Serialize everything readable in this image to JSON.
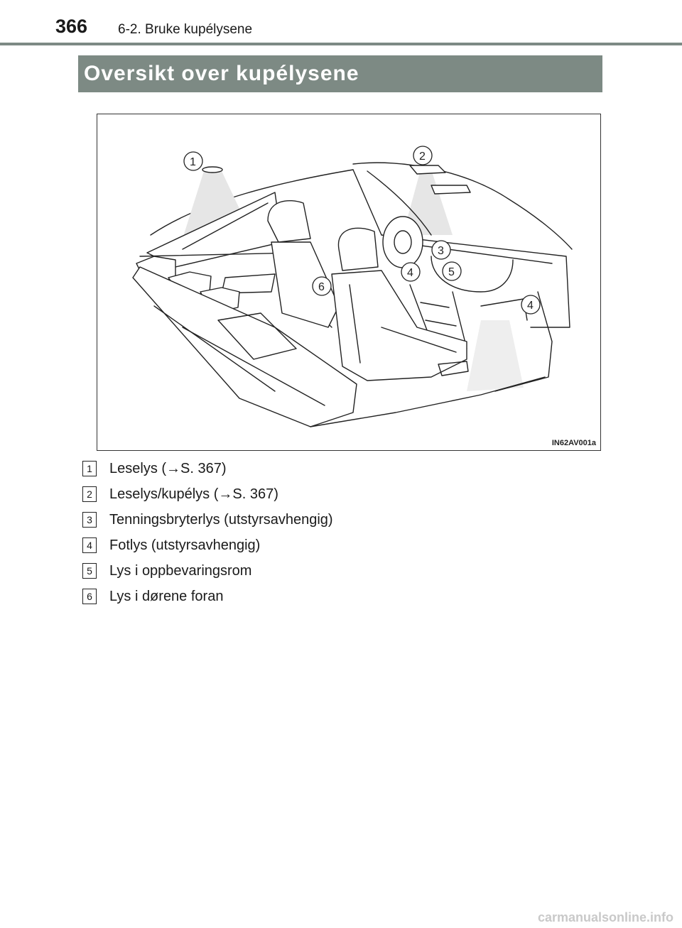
{
  "header": {
    "page_number": "366",
    "section": "6-2. Bruke kupélysene"
  },
  "title": "Oversikt over kupélysene",
  "figure": {
    "code": "IN62AV001a",
    "callouts": [
      "1",
      "2",
      "3",
      "4",
      "5",
      "6",
      "4"
    ]
  },
  "legend": [
    {
      "num": "1",
      "text": "Leselys (→S. 367)"
    },
    {
      "num": "2",
      "text": "Leselys/kupélys (→S. 367)"
    },
    {
      "num": "3",
      "text": "Tenningsbryterlys (utstyrsavhengig)"
    },
    {
      "num": "4",
      "text": "Fotlys (utstyrsavhengig)"
    },
    {
      "num": "5",
      "text": "Lys i oppbevaringsrom"
    },
    {
      "num": "6",
      "text": "Lys i dørene foran"
    }
  ],
  "footer": {
    "watermark": "carmanualsonline.info"
  }
}
